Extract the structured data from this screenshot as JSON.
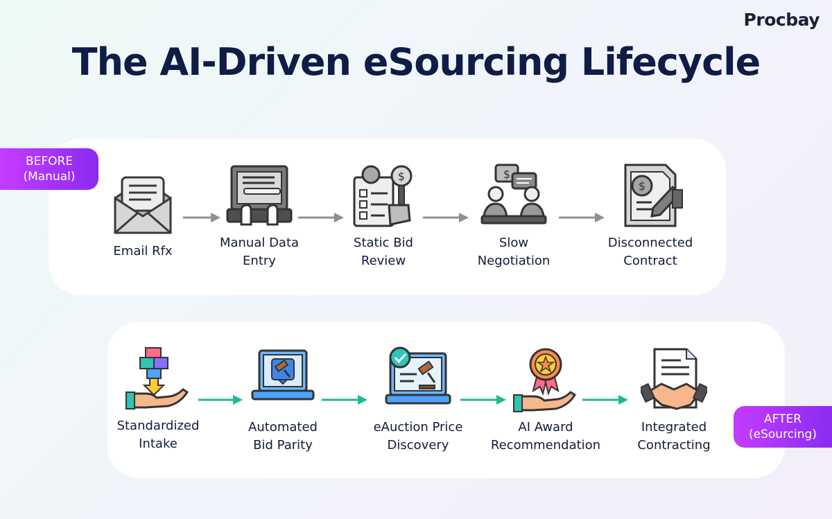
{
  "logo": "Procbay",
  "title": "The AI-Driven eSourcing Lifecycle",
  "before": {
    "badge": [
      "BEFORE",
      "(Manual)"
    ],
    "steps": [
      {
        "icon": "envelope-icon",
        "lines": [
          "Email Rfx"
        ]
      },
      {
        "icon": "typing-laptop-icon",
        "lines": [
          "Manual Data",
          "Entry"
        ]
      },
      {
        "icon": "checklist-review-icon",
        "lines": [
          "Static Bid",
          "Review"
        ]
      },
      {
        "icon": "meeting-negotiation-icon",
        "lines": [
          "Slow",
          "Negotiation"
        ]
      },
      {
        "icon": "contract-document-icon",
        "lines": [
          "Disconnected",
          "Contract"
        ]
      }
    ],
    "arrow_color": "#8f8f8f"
  },
  "after": {
    "badge": [
      "AFTER",
      "(eSourcing)"
    ],
    "steps": [
      {
        "icon": "hand-boxes-intake-icon",
        "lines": [
          "Standardized",
          "Intake"
        ]
      },
      {
        "icon": "laptop-gavel-icon",
        "lines": [
          "Automated",
          "Bid Parity"
        ]
      },
      {
        "icon": "laptop-auction-icon",
        "lines": [
          "eAuction Price",
          "Discovery"
        ]
      },
      {
        "icon": "hand-award-badge-icon",
        "lines": [
          "AI Award",
          "Recommendation"
        ]
      },
      {
        "icon": "handshake-contract-icon",
        "lines": [
          "Integrated",
          "Contracting"
        ]
      }
    ],
    "arrow_color": "#1fb894"
  },
  "colors": {
    "title": "#0f1c45",
    "badge_start": "#c43cff",
    "badge_end": "#8a2bf0",
    "accent_cart": "#c43cff"
  }
}
